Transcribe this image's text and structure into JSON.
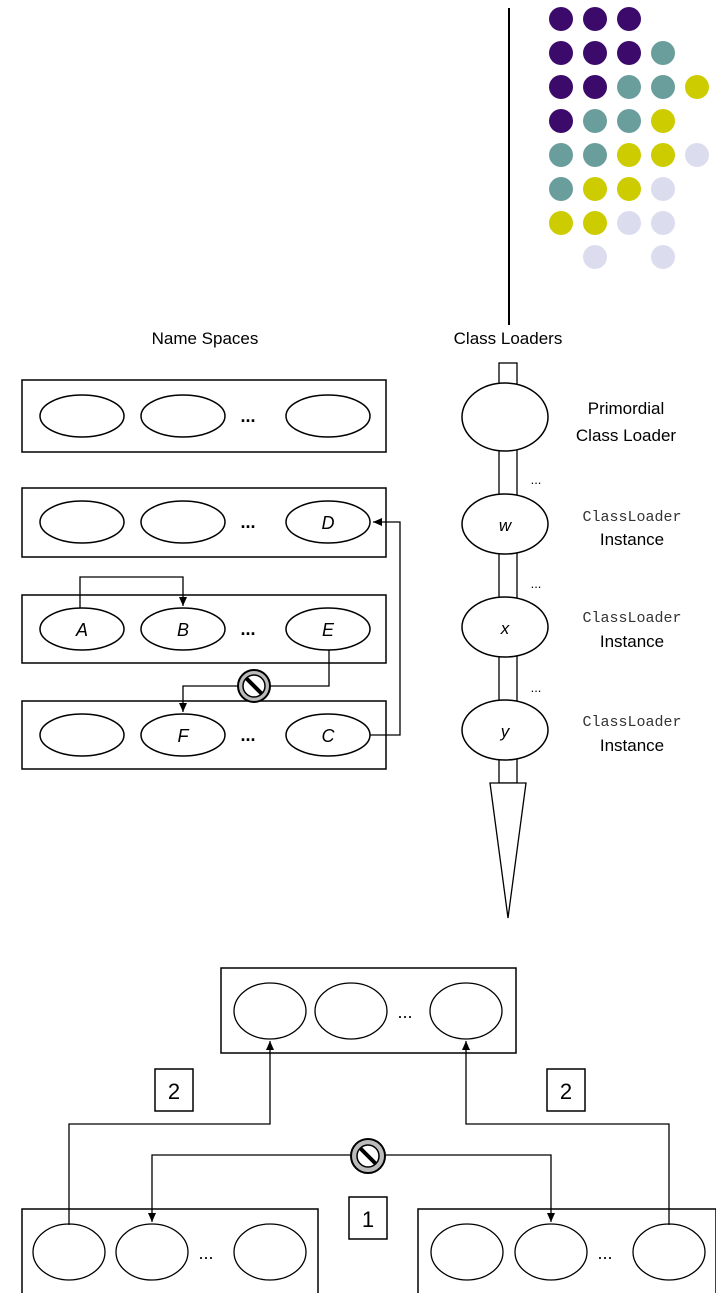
{
  "headings": {
    "name_spaces": "Name Spaces",
    "class_loaders": "Class Loaders"
  },
  "ellipsis": "...",
  "class_names": {
    "d": "D",
    "a": "A",
    "b": "B",
    "e": "E",
    "f": "F",
    "c": "C"
  },
  "loaders": {
    "primordial_line1": "Primordial",
    "primordial_line2": "Class Loader",
    "w": "w",
    "x": "x",
    "y": "y",
    "classloader_word": "ClassLoader",
    "instance_word": "Instance"
  },
  "loader_dots": "...",
  "bottom_diagram": {
    "label_left": "2",
    "label_right": "2",
    "label_middle": "1"
  },
  "colors": {
    "purple": "#3c0a6b",
    "teal": "#6a9e9c",
    "olive": "#cccc00",
    "lavender": "#dcdcef",
    "ellipse_border": "#000000",
    "gray_fill": "#bbbbbb"
  },
  "dot_grid": [
    [
      "purple",
      "purple",
      "purple",
      "",
      ""
    ],
    [
      "purple",
      "purple",
      "purple",
      "teal",
      ""
    ],
    [
      "purple",
      "purple",
      "teal",
      "teal",
      "olive"
    ],
    [
      "purple",
      "teal",
      "teal",
      "olive",
      ""
    ],
    [
      "teal",
      "teal",
      "olive",
      "olive",
      "lavender"
    ],
    [
      "teal",
      "olive",
      "olive",
      "lavender",
      ""
    ],
    [
      "olive",
      "olive",
      "lavender",
      "lavender",
      ""
    ],
    [
      "",
      "lavender",
      "",
      "lavender",
      ""
    ]
  ]
}
